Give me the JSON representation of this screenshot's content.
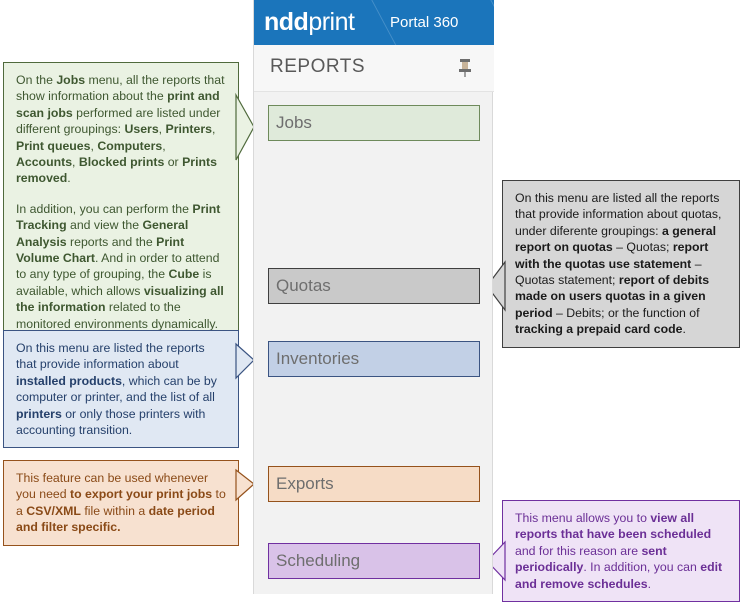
{
  "app": {
    "brand_bold": "ndd",
    "brand_light": "print",
    "product": "Portal 360",
    "section_title": "REPORTS",
    "pin_icon": "pushpin-icon",
    "accent_color": "#1b75bb",
    "panel_bg": "#f2f2f2"
  },
  "menu": {
    "items": [
      {
        "label": "Jobs",
        "fill": "#dfeada",
        "stroke": "#6e8a5b"
      },
      {
        "label": "Quotas",
        "fill": "#c9c9c9",
        "stroke": "#3f3f3f"
      },
      {
        "label": "Inventories",
        "fill": "#c2d0e6",
        "stroke": "#3b5482"
      },
      {
        "label": "Exports",
        "fill": "#f6dcc6",
        "stroke": "#95521c"
      },
      {
        "label": "Scheduling",
        "fill": "#d9c2e8",
        "stroke": "#7030a0"
      }
    ]
  },
  "callouts": {
    "jobs": {
      "target": "Jobs",
      "color": "#4f6a3c",
      "paragraphs": [
        "On the <b>Jobs</b> menu, all the reports that show information about the <b>print and scan jobs</b> performed are listed under different groupings: <b>Users</b>, <b>Printers</b>, <b>Print queues</b>, <b>Computers</b>, <b>Accounts</b>, <b>Blocked prints</b> or <b>Prints removed</b>.",
        "In addition, you can perform the <b>Print Tracking</b> and view the <b>General Analysis</b> reports and the <b>Print Volume Chart</b>. And in order to attend to any type of grouping, the <b>Cube</b> is available, which allows <b>visualizing all the information</b> related to the monitored environments dynamically."
      ]
    },
    "quotas": {
      "target": "Quotas",
      "color": "#3f3f3f",
      "paragraphs": [
        "On this menu are listed all the reports that provide information about quotas, under diferente groupings: <b>a general report on quotas</b> &ndash; Quotas; <b>report with the quotas use statement</b> &ndash; Quotas statement; <b>report of debits made on users quotas in a given period</b> &ndash; Debits; or the function of <b>tracking a prepaid card code</b>."
      ]
    },
    "inventories": {
      "target": "Inventories",
      "color": "#3b5482",
      "paragraphs": [
        "On this menu are listed the reports that provide information about <b>installed products</b>, which can be by computer or printer, and the list of all <b>printers</b> or only those printers with accounting transition."
      ]
    },
    "exports": {
      "target": "Exports",
      "color": "#95521c",
      "paragraphs": [
        "This feature can be used whenever you need <b>to export your print jobs</b> to a <b>CSV/XML</b> file within a <b>date period and filter specific.</b>"
      ]
    },
    "scheduling": {
      "target": "Scheduling",
      "color": "#7030a0",
      "paragraphs": [
        "This menu allows you to <b>view all reports that have been scheduled</b> and for this reason are <b>sent periodically</b>. In addition, you can <b>edit and remove schedules</b>."
      ]
    }
  }
}
